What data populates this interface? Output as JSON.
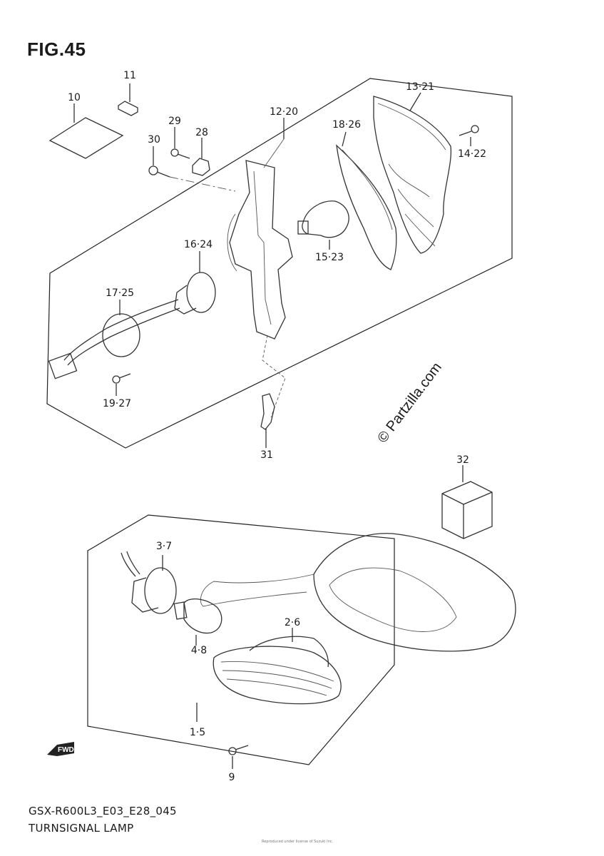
{
  "figure": {
    "title": "FIG.45",
    "model_code": "GSX-R600L3_E03_E28_045",
    "name": "TURNSIGNAL LAMP",
    "watermark": "© Partzilla.com",
    "fwd_label": "FWD",
    "copyright_note": "Reproduced under license of Suzuki Inc."
  },
  "part_labels": [
    {
      "id": "p11",
      "text": "11"
    },
    {
      "id": "p10",
      "text": "10"
    },
    {
      "id": "p29",
      "text": "29"
    },
    {
      "id": "p28",
      "text": "28"
    },
    {
      "id": "p30",
      "text": "30"
    },
    {
      "id": "p12_20",
      "text": "12·20"
    },
    {
      "id": "p13_21",
      "text": "13·21"
    },
    {
      "id": "p18_26",
      "text": "18·26"
    },
    {
      "id": "p14_22",
      "text": "14·22"
    },
    {
      "id": "p16_24",
      "text": "16·24"
    },
    {
      "id": "p15_23",
      "text": "15·23"
    },
    {
      "id": "p17_25",
      "text": "17·25"
    },
    {
      "id": "p19_27",
      "text": "19·27"
    },
    {
      "id": "p31",
      "text": "31"
    },
    {
      "id": "p32",
      "text": "32"
    },
    {
      "id": "p3_7",
      "text": "3·7"
    },
    {
      "id": "p2_6",
      "text": "2·6"
    },
    {
      "id": "p4_8",
      "text": "4·8"
    },
    {
      "id": "p1_5",
      "text": "1·5"
    },
    {
      "id": "p9",
      "text": "9"
    }
  ]
}
